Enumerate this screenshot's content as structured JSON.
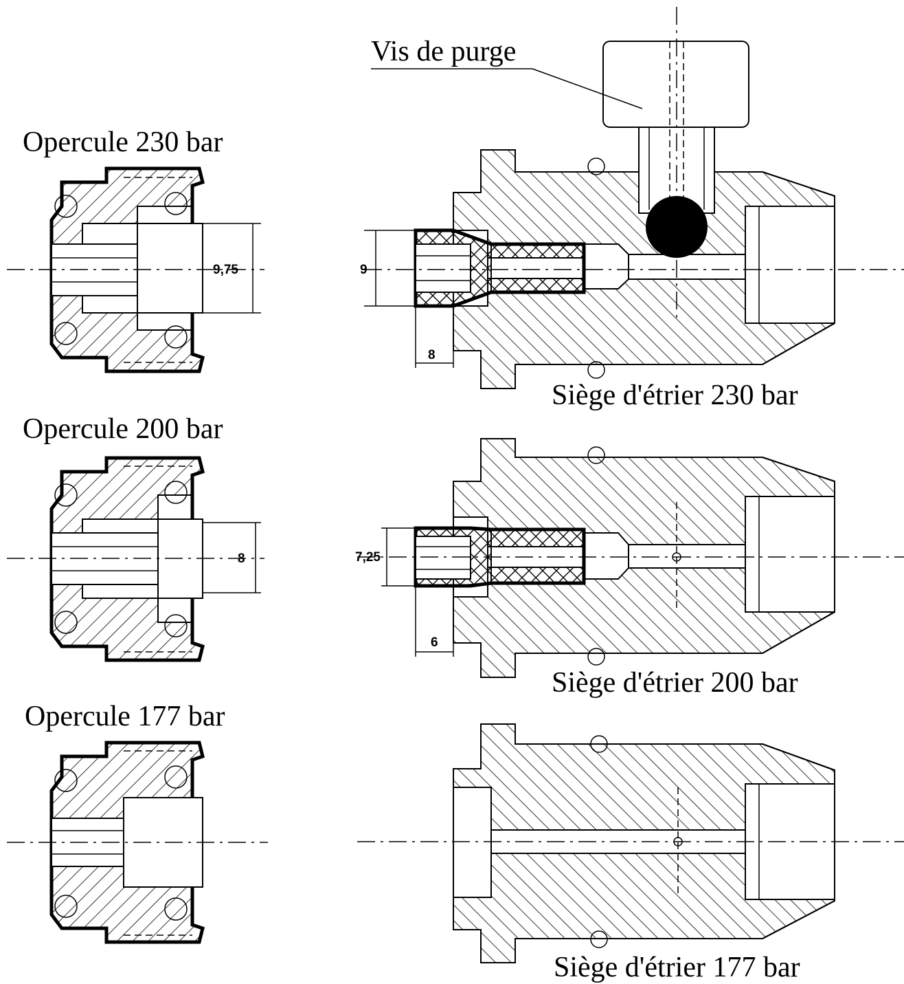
{
  "labels": {
    "vis_de_purge": "Vis de purge",
    "opercule_230": "Opercule 230 bar",
    "opercule_200": "Opercule 200 bar",
    "opercule_177": "Opercule 177 bar",
    "siege_230": "Siège d'étrier 230 bar",
    "siege_200": "Siège d'étrier 200 bar",
    "siege_177": "Siège d'étrier 177 bar"
  },
  "dimensions": {
    "opercule_230_bore": "9,75",
    "opercule_200_bore": "8",
    "siege_230_diameter": "9",
    "siege_230_depth": "8",
    "siege_200_diameter": "7,25",
    "siege_200_depth": "6"
  },
  "colors": {
    "ink": "#000000",
    "paper": "#ffffff"
  }
}
